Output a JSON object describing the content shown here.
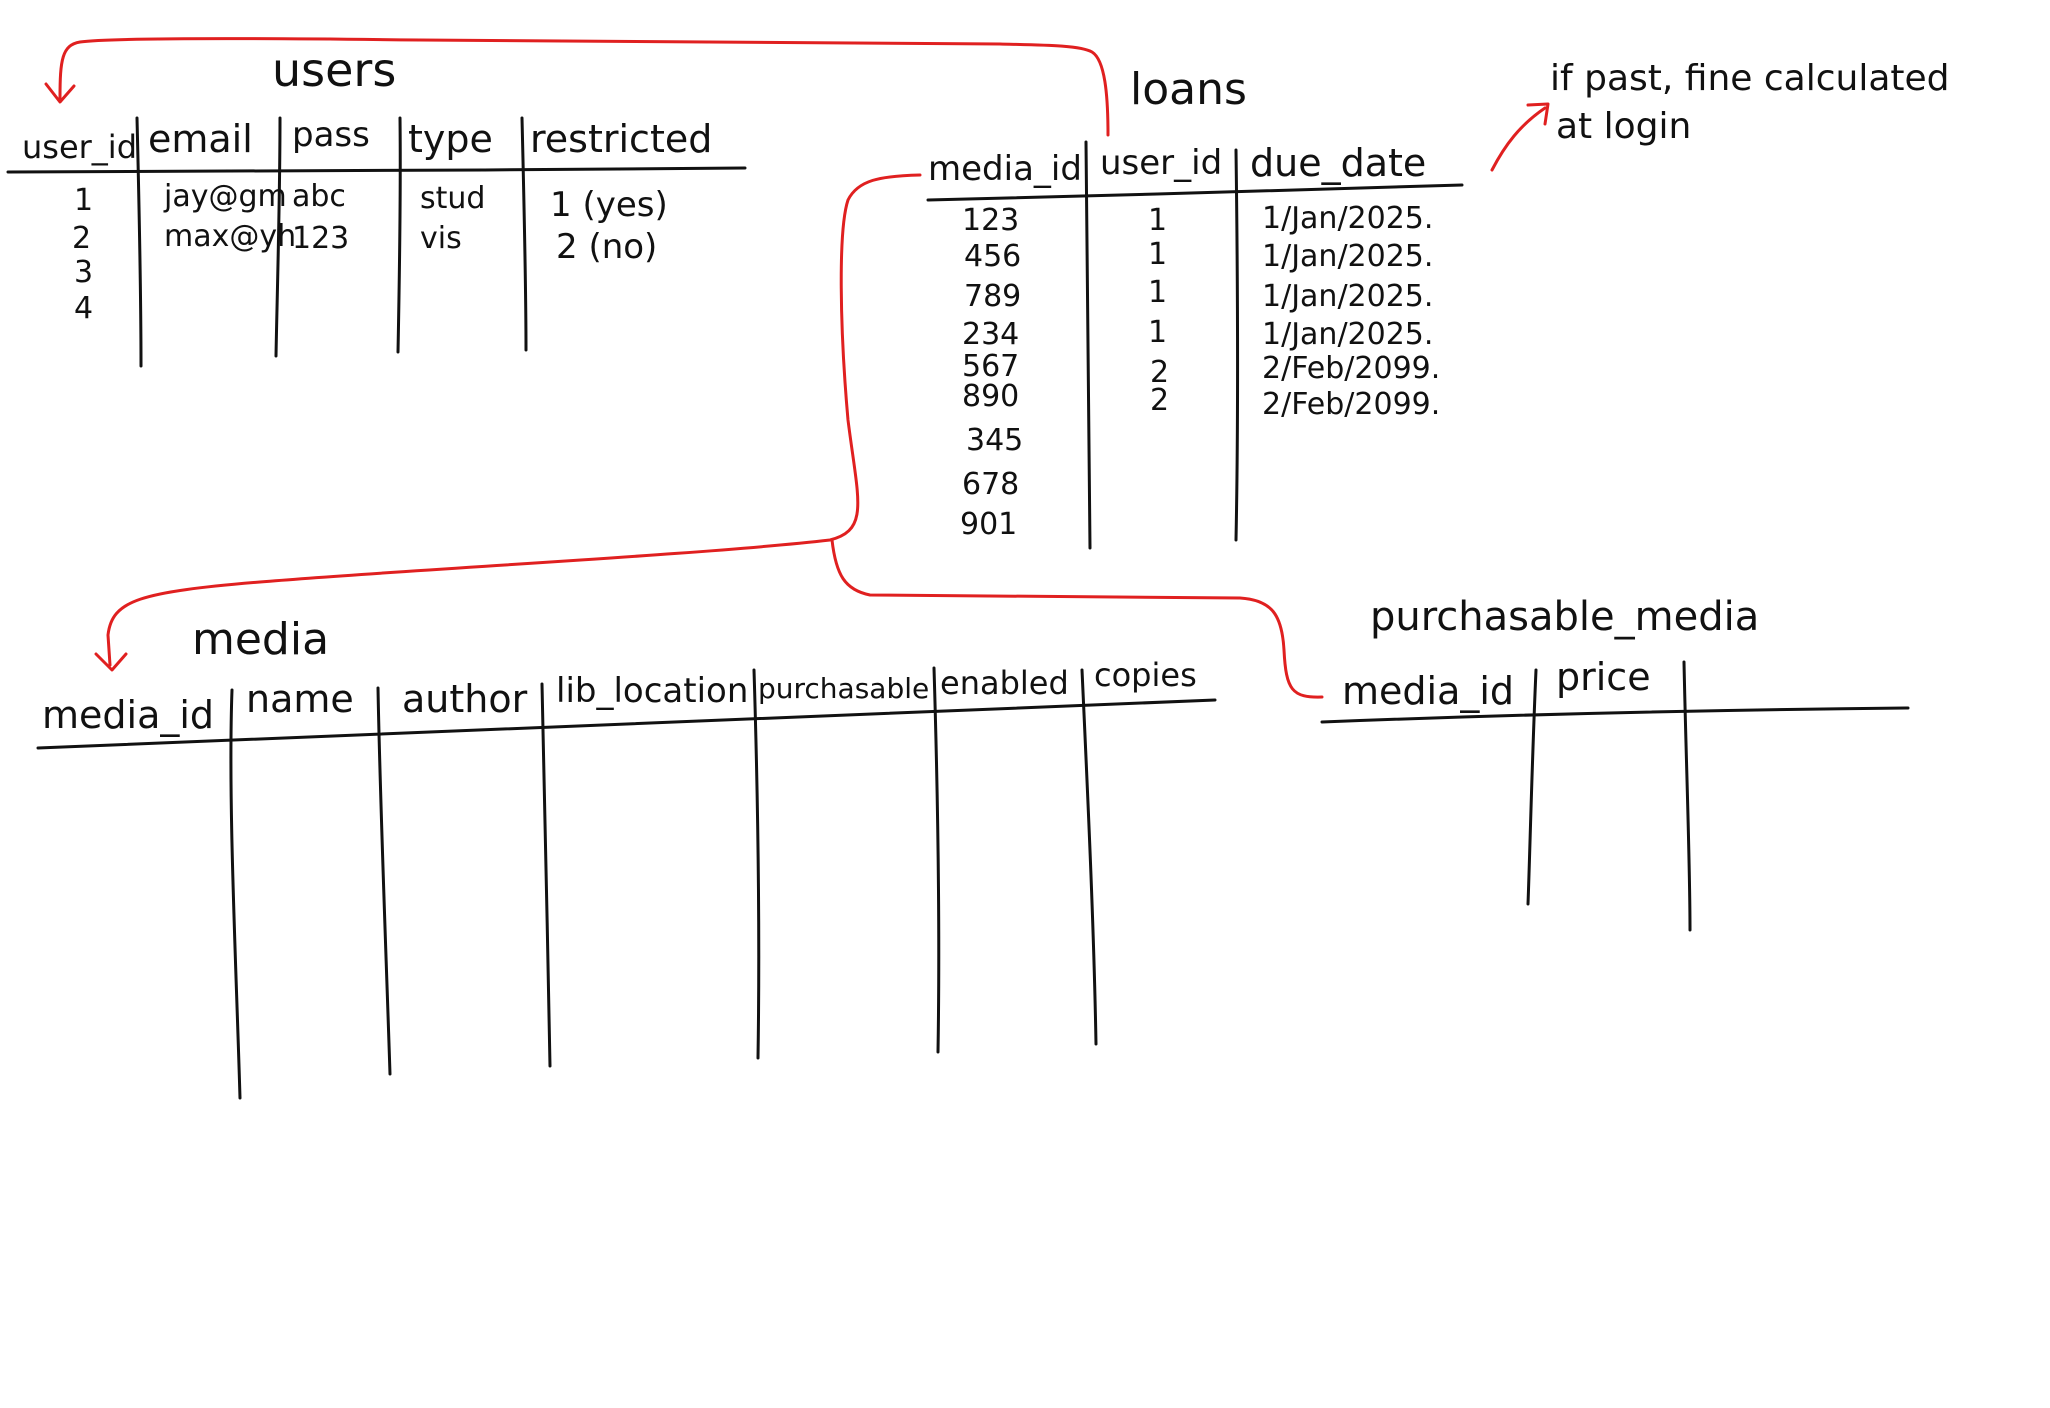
{
  "colors": {
    "ink": "#111111",
    "link": "#e02020",
    "background": "#ffffff"
  },
  "users": {
    "title": "users",
    "headers": [
      "user_id",
      "email",
      "pass",
      "type",
      "restricted"
    ],
    "rows": [
      [
        "1",
        "jay@gm",
        "abc",
        "stud",
        "1 (yes)"
      ],
      [
        "2",
        "max@yh",
        "123",
        "vis",
        "2 (no)"
      ],
      [
        "3",
        "",
        "",
        "",
        ""
      ],
      [
        "4",
        "",
        "",
        "",
        ""
      ]
    ]
  },
  "loans": {
    "title": "loans",
    "headers": [
      "media_id",
      "user_id",
      "due_date"
    ],
    "rows": [
      [
        "123",
        "1",
        "1/Jan/2025."
      ],
      [
        "456",
        "1",
        "1/Jan/2025."
      ],
      [
        "789",
        "1",
        "1/Jan/2025."
      ],
      [
        "234",
        "1",
        "1/Jan/2025."
      ],
      [
        "567",
        "2",
        "2/Feb/2099."
      ],
      [
        "890",
        "2",
        "2/Feb/2099."
      ],
      [
        "345",
        "",
        ""
      ],
      [
        "678",
        "",
        ""
      ],
      [
        "901",
        "",
        ""
      ]
    ]
  },
  "media": {
    "title": "media",
    "headers": [
      "media_id",
      "name",
      "author",
      "lib_location",
      "purchasable",
      "enabled",
      "copies"
    ]
  },
  "purchasable_media": {
    "title": "purchasable_media",
    "headers": [
      "media_id",
      "price"
    ]
  },
  "note": {
    "line1": "if past, fine calculated",
    "line2": "at login"
  }
}
